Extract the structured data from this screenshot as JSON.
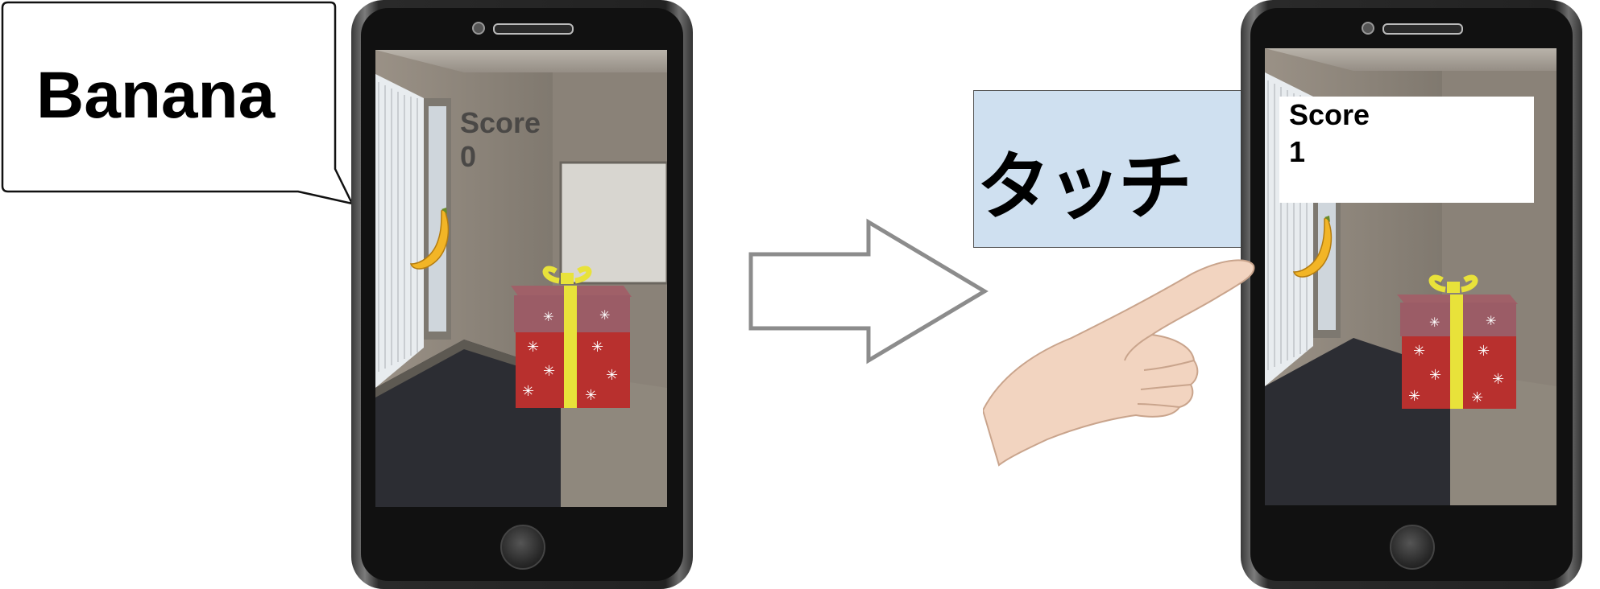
{
  "bubble": {
    "word": "Banana"
  },
  "phone_before": {
    "score_label": "Score",
    "score_value": "0"
  },
  "touch_label": "タッチ",
  "phone_after": {
    "score_label": "Score",
    "score_value": "1"
  },
  "colors": {
    "touch_bg": "#cfe0f0",
    "gift_red": "#b8302e",
    "ribbon": "#e8e23a",
    "banana": "#f2b526"
  }
}
